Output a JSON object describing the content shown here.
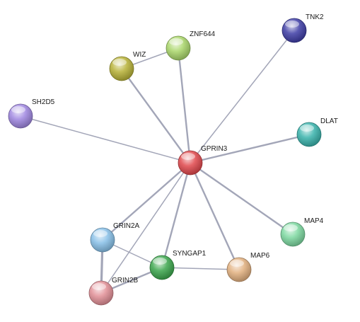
{
  "network": {
    "nodes": [
      {
        "id": "GPRIN3",
        "label": "GPRIN3",
        "color": "#e0474c"
      },
      {
        "id": "TNK2",
        "label": "TNK2",
        "color": "#3e3da6"
      },
      {
        "id": "ZNF644",
        "label": "ZNF644",
        "color": "#a9d66a"
      },
      {
        "id": "WIZ",
        "label": "WIZ",
        "color": "#b7b136"
      },
      {
        "id": "SH2D5",
        "label": "SH2D5",
        "color": "#9f86e0"
      },
      {
        "id": "DLAT",
        "label": "DLAT",
        "color": "#38b3ac"
      },
      {
        "id": "GRIN2A",
        "label": "GRIN2A",
        "color": "#87c0e8"
      },
      {
        "id": "GRIN2B",
        "label": "GRIN2B",
        "color": "#e18f96"
      },
      {
        "id": "SYNGAP1",
        "label": "SYNGAP1",
        "color": "#3aa64c"
      },
      {
        "id": "MAP6",
        "label": "MAP6",
        "color": "#e2b07f"
      },
      {
        "id": "MAP4",
        "label": "MAP4",
        "color": "#7cd8a0"
      }
    ],
    "edges": [
      {
        "source": "GPRIN3",
        "target": "TNK2",
        "strength": 1
      },
      {
        "source": "GPRIN3",
        "target": "ZNF644",
        "strength": 2
      },
      {
        "source": "GPRIN3",
        "target": "WIZ",
        "strength": 2
      },
      {
        "source": "GPRIN3",
        "target": "SH2D5",
        "strength": 1
      },
      {
        "source": "GPRIN3",
        "target": "DLAT",
        "strength": 2
      },
      {
        "source": "GPRIN3",
        "target": "GRIN2A",
        "strength": 2
      },
      {
        "source": "GPRIN3",
        "target": "GRIN2B",
        "strength": 1
      },
      {
        "source": "GPRIN3",
        "target": "SYNGAP1",
        "strength": 2
      },
      {
        "source": "GPRIN3",
        "target": "MAP6",
        "strength": 2
      },
      {
        "source": "GPRIN3",
        "target": "MAP4",
        "strength": 2
      },
      {
        "source": "WIZ",
        "target": "ZNF644",
        "strength": 1
      },
      {
        "source": "GRIN2A",
        "target": "GRIN2B",
        "strength": 3
      },
      {
        "source": "GRIN2A",
        "target": "SYNGAP1",
        "strength": 1
      },
      {
        "source": "GRIN2B",
        "target": "SYNGAP1",
        "strength": 2
      },
      {
        "source": "SYNGAP1",
        "target": "MAP6",
        "strength": 1
      }
    ]
  }
}
